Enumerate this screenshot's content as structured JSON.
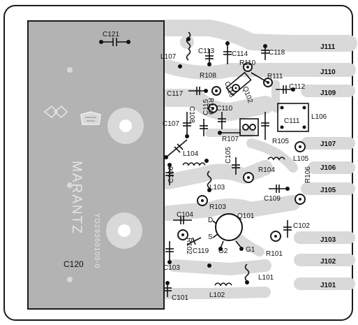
{
  "board": {
    "colors": {
      "background": "#ffffff",
      "copper": "#d9d9d9",
      "ink": "#111111",
      "shield": "#b3b3b3"
    },
    "capacitors": [
      "C121",
      "C113",
      "C114",
      "C118",
      "C117",
      "C116",
      "C108",
      "C115",
      "C110",
      "C112",
      "C111",
      "C107",
      "C105",
      "C106",
      "C109",
      "C104",
      "C102",
      "C119",
      "C103",
      "C101",
      "C120"
    ],
    "inductors": [
      "L107",
      "L106",
      "L104",
      "L105",
      "L103",
      "L102",
      "L101"
    ],
    "resistors": [
      "R108",
      "R110",
      "R111",
      "R109",
      "R107",
      "R105",
      "R104",
      "R106",
      "R103",
      "R102",
      "R101"
    ],
    "semiconductors": [
      "Q102",
      "Q101"
    ],
    "transistor_pins": [
      "D",
      "S",
      "G2",
      "G1"
    ],
    "jacks": [
      "J111",
      "J110",
      "J109",
      "J107",
      "J106",
      "J105",
      "J103",
      "J102",
      "J101"
    ],
    "shield_text": {
      "brand": "MARANTZ",
      "part_number": "YD29360100-0"
    }
  }
}
